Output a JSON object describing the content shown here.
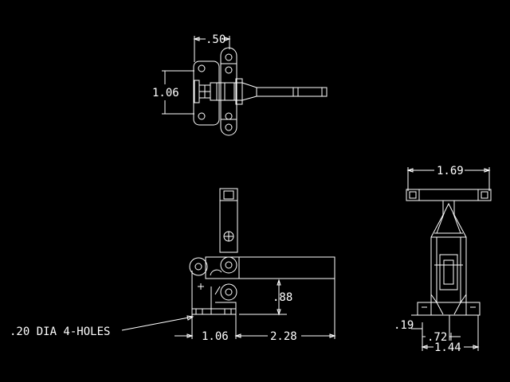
{
  "drawing": {
    "dims": {
      "top_width": ".50",
      "top_height": "1.06",
      "front_base": "1.06",
      "front_reach": "2.28",
      "front_height": ".88",
      "hole_note": ".20 DIA 4-HOLES",
      "side_width": "1.69",
      "side_base_thk": ".19",
      "side_half": ".72",
      "side_base": "1.44"
    },
    "colors": {
      "background": "#000000",
      "lines": "#ffffff"
    }
  }
}
